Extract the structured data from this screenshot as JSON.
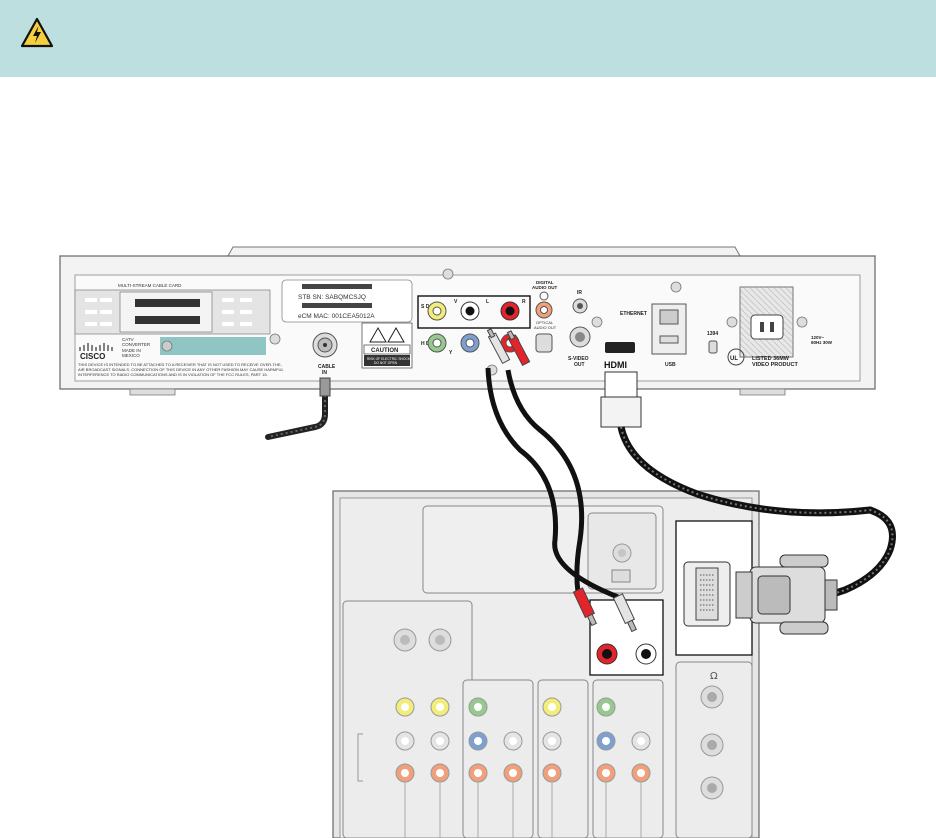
{
  "banner": {
    "icon": "electrical-hazard-warning-icon",
    "color": "#bddfe0"
  },
  "stb": {
    "cablecard_label": "MULTI-STREAM CABLE CARD",
    "brand": "CISCO",
    "catv_line1": "CATV",
    "catv_line2": "CONVERTER",
    "made_line1": "MADE IN",
    "made_line2": "MEXICO",
    "serial": "STB SN:    SABQMCSJQ",
    "mac": "eCM MAC:    001CEA5012A",
    "cable_in_line1": "CABLE",
    "cable_in_line2": "IN",
    "caution": "CAUTION",
    "caution_note1": "RISK OF ELECTRIC SHOCK",
    "caution_note2": "DO NOT OPEN",
    "fcc_line1": "THIS DEVICE IS INTENDED TO BE ATTACHED TO A RECEIVER THAT IS NOT USED TO RECEIVE OVER-THE-",
    "fcc_line2": "AIR BROADCAST SIGNALS. CONNECTION OF THIS DEVICE IN ANY OTHER FASHION MAY CAUSE HARMFUL",
    "fcc_line3": "INTERFERENCE TO RADIO COMMUNICATIONS AND IS IN VIOLATION OF THE FCC RULES, PART 15.",
    "sd": "S D",
    "hd": "H D",
    "v": "V",
    "l": "L",
    "r": "R",
    "y": "Y",
    "digital_audio_line1": "DIGITAL",
    "digital_audio_line2": "AUDIO OUT",
    "optical_line1": "OPTICAL",
    "optical_line2": "AUDIO OUT",
    "ir": "IR",
    "svideo_line1": "S-VIDEO",
    "svideo_line2": "OUT",
    "hdmi": "HDMI",
    "ethernet": "ETHERNET",
    "usb": "USB",
    "port1394": "1394",
    "power_line1": "120V~",
    "power_line2": "60Hz 30W",
    "listed_line1": "LISTED 36MW",
    "listed_line2": "VIDEO PRODUCT",
    "ul": "UL"
  },
  "tv": {
    "antenna_symbol": "Ω"
  },
  "colors": {
    "yellow": "#f2ec7a",
    "red": "#e3242b",
    "white_rca": "#ffffff",
    "green": "#96c98e",
    "blue": "#7f9fd0",
    "orange": "#f0a07a",
    "teal_label": "#8fc6c3",
    "panel": "#e6e6e6",
    "outline": "#555555"
  }
}
